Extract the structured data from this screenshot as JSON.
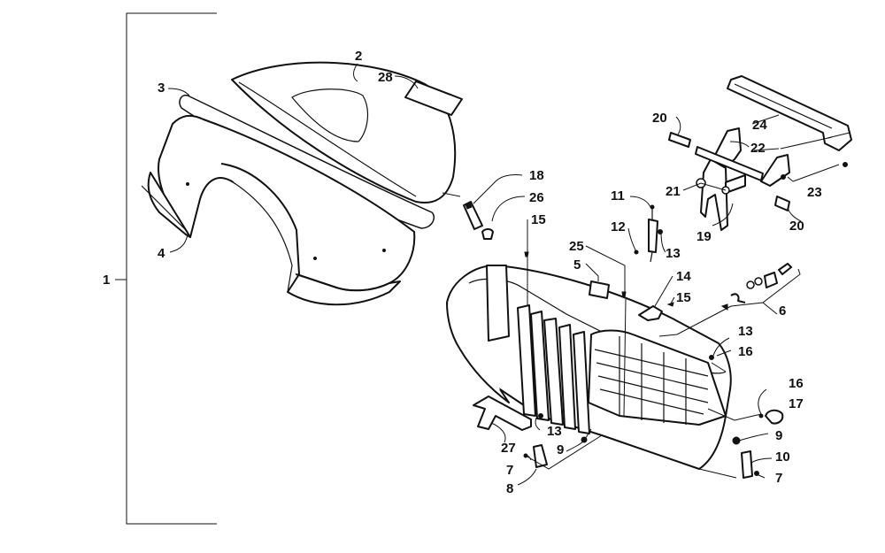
{
  "callouts": {
    "c1": "1",
    "c2": "2",
    "c28": "28",
    "c3": "3",
    "c4": "4",
    "c18": "18",
    "c26": "26",
    "c15a": "15",
    "c25": "25",
    "c5": "5",
    "c11": "11",
    "c12": "12",
    "c13a": "13",
    "c14": "14",
    "c15b": "15",
    "c6": "6",
    "c20a": "20",
    "c24": "24",
    "c22": "22",
    "c21": "21",
    "c23": "23",
    "c19": "19",
    "c20b": "20",
    "c13b": "13",
    "c16a": "16",
    "c16b": "16",
    "c17": "17",
    "c13c": "13",
    "c9a": "9",
    "c9b": "9",
    "c27": "27",
    "c7a": "7",
    "c8": "8",
    "c10": "10",
    "c7b": "7"
  }
}
